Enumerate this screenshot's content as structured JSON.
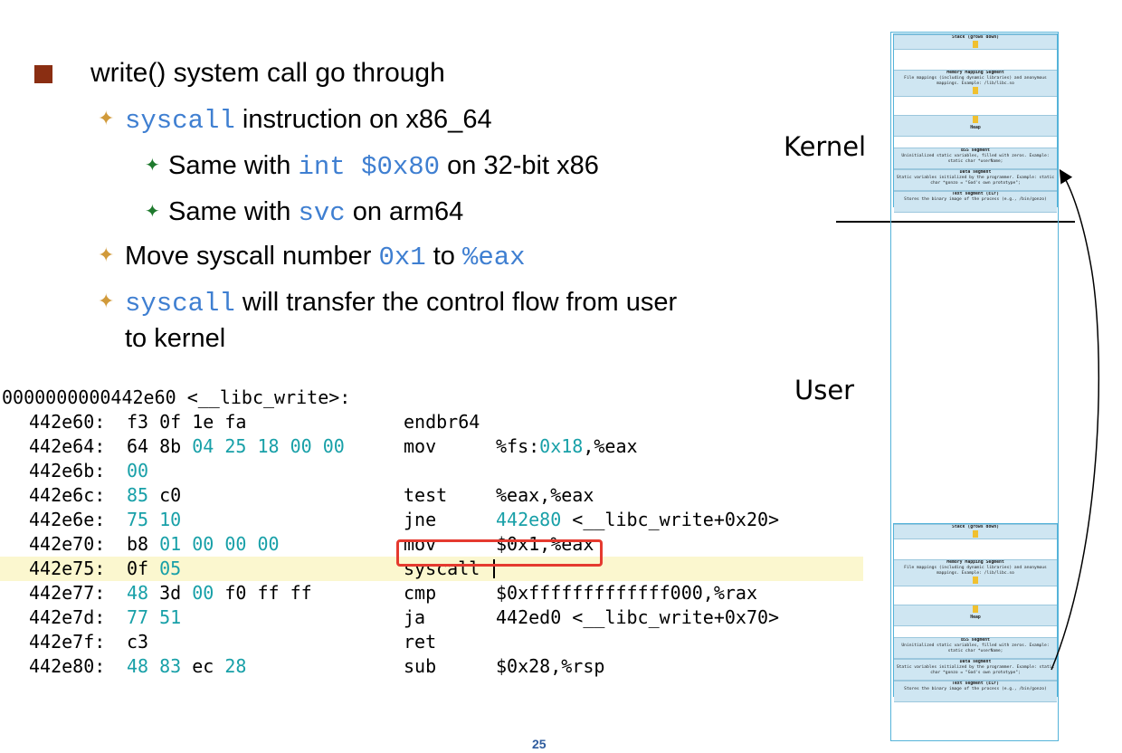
{
  "bullets": {
    "main": "write() system call go through",
    "sub1_code": "syscall",
    "sub1_text": " instruction on x86_64",
    "sub1a_pre": "Same with ",
    "sub1a_code": "int $0x80",
    "sub1a_post": " on 32-bit x86",
    "sub1b_pre": "Same with ",
    "sub1b_code": "svc",
    "sub1b_post": " on arm64",
    "sub2_pre": "Move syscall number ",
    "sub2_code1": "0x1",
    "sub2_mid": " to ",
    "sub2_code2": "%eax",
    "sub3_code": "syscall",
    "sub3_text": " will transfer the control flow from user",
    "sub3_text2": "to kernel"
  },
  "labels": {
    "kernel": "Kernel",
    "user": "User",
    "page_number": "25"
  },
  "disasm": {
    "header": "0000000000442e60 <__libc_write>:",
    "lines": [
      {
        "addr": "442e60:",
        "bytes": [
          [
            "f3",
            0
          ],
          [
            "0f",
            0
          ],
          [
            "1e",
            0
          ],
          [
            "fa",
            0
          ]
        ],
        "mnem": "endbr64",
        "ops": []
      },
      {
        "addr": "442e64:",
        "bytes": [
          [
            "64",
            0
          ],
          [
            "8b",
            0
          ],
          [
            "04",
            1
          ],
          [
            "25",
            1
          ],
          [
            "18",
            1
          ],
          [
            "00",
            1
          ],
          [
            "00",
            1
          ]
        ],
        "mnem": "mov",
        "ops": [
          [
            "%fs:",
            0
          ],
          [
            "0x18",
            1
          ],
          [
            ",%eax",
            0
          ]
        ]
      },
      {
        "addr": "442e6b:",
        "bytes": [
          [
            "00",
            1
          ]
        ],
        "mnem": "",
        "ops": []
      },
      {
        "addr": "442e6c:",
        "bytes": [
          [
            "85",
            1
          ],
          [
            "c0",
            0
          ]
        ],
        "mnem": "test",
        "ops": [
          [
            "%eax,%eax",
            0
          ]
        ]
      },
      {
        "addr": "442e6e:",
        "bytes": [
          [
            "75",
            1
          ],
          [
            "10",
            1
          ]
        ],
        "mnem": "jne",
        "ops": [
          [
            "442e80",
            1
          ],
          [
            " <__libc_write+0x20>",
            0
          ]
        ]
      },
      {
        "addr": "442e70:",
        "bytes": [
          [
            "b8",
            0
          ],
          [
            "01",
            1
          ],
          [
            "00",
            1
          ],
          [
            "00",
            1
          ],
          [
            "00",
            1
          ]
        ],
        "mnem": "mov",
        "ops": [
          [
            "$0x1,%eax",
            0
          ]
        ]
      },
      {
        "addr": "442e75:",
        "bytes": [
          [
            "0f",
            0
          ],
          [
            "05",
            1
          ]
        ],
        "mnem": "syscall",
        "ops": []
      },
      {
        "addr": "442e77:",
        "bytes": [
          [
            "48",
            1
          ],
          [
            "3d",
            0
          ],
          [
            "00",
            1
          ],
          [
            "f0",
            0
          ],
          [
            "ff",
            0
          ],
          [
            "ff",
            0
          ]
        ],
        "mnem": "cmp",
        "ops": [
          [
            "$0xfffffffffffff000,%rax",
            0
          ]
        ]
      },
      {
        "addr": "442e7d:",
        "bytes": [
          [
            "77",
            1
          ],
          [
            "51",
            1
          ]
        ],
        "mnem": "ja",
        "ops": [
          [
            "442ed0 <__libc_write+0x70>",
            0
          ]
        ]
      },
      {
        "addr": "442e7f:",
        "bytes": [
          [
            "c3",
            0
          ]
        ],
        "mnem": "ret",
        "ops": []
      },
      {
        "addr": "442e80:",
        "bytes": [
          [
            "48",
            1
          ],
          [
            "83",
            1
          ],
          [
            "ec",
            0
          ],
          [
            "28",
            1
          ]
        ],
        "mnem": "sub",
        "ops": [
          [
            "$0x28,%rsp",
            0
          ]
        ]
      }
    ]
  },
  "memmap": {
    "stack_title": "Stack",
    "stack_note": "(grows down)",
    "mmap_title": "Memory Mapping Segment",
    "mmap_text": "File mappings (including dynamic libraries) and anonymous mappings. Example: /lib/libc.so",
    "heap_title": "Heap",
    "bss_title": "BSS segment",
    "bss_text": "Uninitialized static variables, filled with zeros. Example: static char *userName;",
    "data_title": "Data segment",
    "data_text": "Static variables initialized by the programmer. Example: static char *gonzo = \"God's own prototype\";",
    "text_title": "Text segment (ELF)",
    "text_text": "Stores the binary image of the process (e.g., /bin/gonzo)"
  },
  "colors": {
    "accent_code": "#3f7fd1",
    "hex_teal": "#18a0a8",
    "highlight": "#fbf7cf",
    "box_red": "#e53a2f",
    "bullet_square": "#8a2e12"
  }
}
